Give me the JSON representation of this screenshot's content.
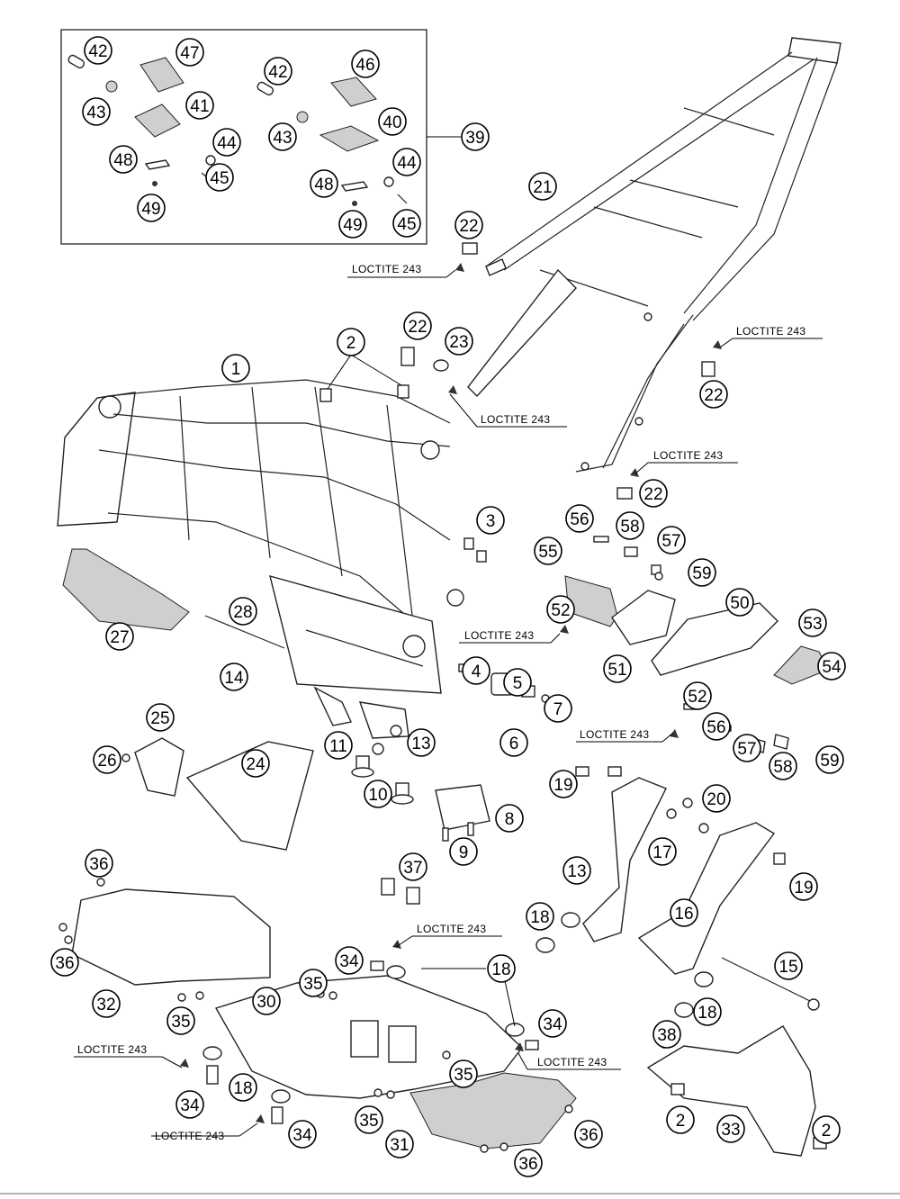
{
  "diagram": {
    "loctite_label": "LOCTITE 243",
    "callouts": [
      {
        "id": "c42a",
        "label": "42"
      },
      {
        "id": "c47",
        "label": "47"
      },
      {
        "id": "c43a",
        "label": "43"
      },
      {
        "id": "c41",
        "label": "41"
      },
      {
        "id": "c44a",
        "label": "44"
      },
      {
        "id": "c48a",
        "label": "48"
      },
      {
        "id": "c45a",
        "label": "45"
      },
      {
        "id": "c49a",
        "label": "49"
      },
      {
        "id": "c42b",
        "label": "42"
      },
      {
        "id": "c46",
        "label": "46"
      },
      {
        "id": "c43b",
        "label": "43"
      },
      {
        "id": "c40",
        "label": "40"
      },
      {
        "id": "c44b",
        "label": "44"
      },
      {
        "id": "c48b",
        "label": "48"
      },
      {
        "id": "c49b",
        "label": "49"
      },
      {
        "id": "c45b",
        "label": "45"
      },
      {
        "id": "c39",
        "label": "39"
      },
      {
        "id": "c21",
        "label": "21"
      },
      {
        "id": "c22a",
        "label": "22"
      },
      {
        "id": "c22b",
        "label": "22"
      },
      {
        "id": "c23",
        "label": "23"
      },
      {
        "id": "c22c",
        "label": "22"
      },
      {
        "id": "c22d",
        "label": "22"
      },
      {
        "id": "c1",
        "label": "1"
      },
      {
        "id": "c2a",
        "label": "2"
      },
      {
        "id": "c3",
        "label": "3"
      },
      {
        "id": "c56a",
        "label": "56"
      },
      {
        "id": "c58a",
        "label": "58"
      },
      {
        "id": "c57a",
        "label": "57"
      },
      {
        "id": "c55",
        "label": "55"
      },
      {
        "id": "c59a",
        "label": "59"
      },
      {
        "id": "c50",
        "label": "50"
      },
      {
        "id": "c52a",
        "label": "52"
      },
      {
        "id": "c53",
        "label": "53"
      },
      {
        "id": "c51",
        "label": "51"
      },
      {
        "id": "c54",
        "label": "54"
      },
      {
        "id": "c52b",
        "label": "52"
      },
      {
        "id": "c56b",
        "label": "56"
      },
      {
        "id": "c57b",
        "label": "57"
      },
      {
        "id": "c58b",
        "label": "58"
      },
      {
        "id": "c59b",
        "label": "59"
      },
      {
        "id": "c27",
        "label": "27"
      },
      {
        "id": "c28",
        "label": "28"
      },
      {
        "id": "c14",
        "label": "14"
      },
      {
        "id": "c4",
        "label": "4"
      },
      {
        "id": "c5",
        "label": "5"
      },
      {
        "id": "c7",
        "label": "7"
      },
      {
        "id": "c6",
        "label": "6"
      },
      {
        "id": "c11",
        "label": "11"
      },
      {
        "id": "c13a",
        "label": "13"
      },
      {
        "id": "c10",
        "label": "10"
      },
      {
        "id": "c25",
        "label": "25"
      },
      {
        "id": "c26",
        "label": "26"
      },
      {
        "id": "c24",
        "label": "24"
      },
      {
        "id": "c8",
        "label": "8"
      },
      {
        "id": "c9",
        "label": "9"
      },
      {
        "id": "c19a",
        "label": "19"
      },
      {
        "id": "c20",
        "label": "20"
      },
      {
        "id": "c17",
        "label": "17"
      },
      {
        "id": "c13b",
        "label": "13"
      },
      {
        "id": "c18a",
        "label": "18"
      },
      {
        "id": "c16",
        "label": "16"
      },
      {
        "id": "c19b",
        "label": "19"
      },
      {
        "id": "c15",
        "label": "15"
      },
      {
        "id": "c18b",
        "label": "18"
      },
      {
        "id": "c36a",
        "label": "36"
      },
      {
        "id": "c37",
        "label": "37"
      },
      {
        "id": "c36b",
        "label": "36"
      },
      {
        "id": "c32",
        "label": "32"
      },
      {
        "id": "c34a",
        "label": "34"
      },
      {
        "id": "c18c",
        "label": "18"
      },
      {
        "id": "c35a",
        "label": "35"
      },
      {
        "id": "c30",
        "label": "30"
      },
      {
        "id": "c35b",
        "label": "35"
      },
      {
        "id": "c34b",
        "label": "34"
      },
      {
        "id": "c38",
        "label": "38"
      },
      {
        "id": "c35c",
        "label": "35"
      },
      {
        "id": "c34c",
        "label": "34"
      },
      {
        "id": "c18d",
        "label": "18"
      },
      {
        "id": "c2b",
        "label": "2"
      },
      {
        "id": "c33",
        "label": "33"
      },
      {
        "id": "c2c",
        "label": "2"
      },
      {
        "id": "c35d",
        "label": "35"
      },
      {
        "id": "c36c",
        "label": "36"
      },
      {
        "id": "c34d",
        "label": "34"
      },
      {
        "id": "c31",
        "label": "31"
      },
      {
        "id": "c36d",
        "label": "36"
      }
    ]
  }
}
